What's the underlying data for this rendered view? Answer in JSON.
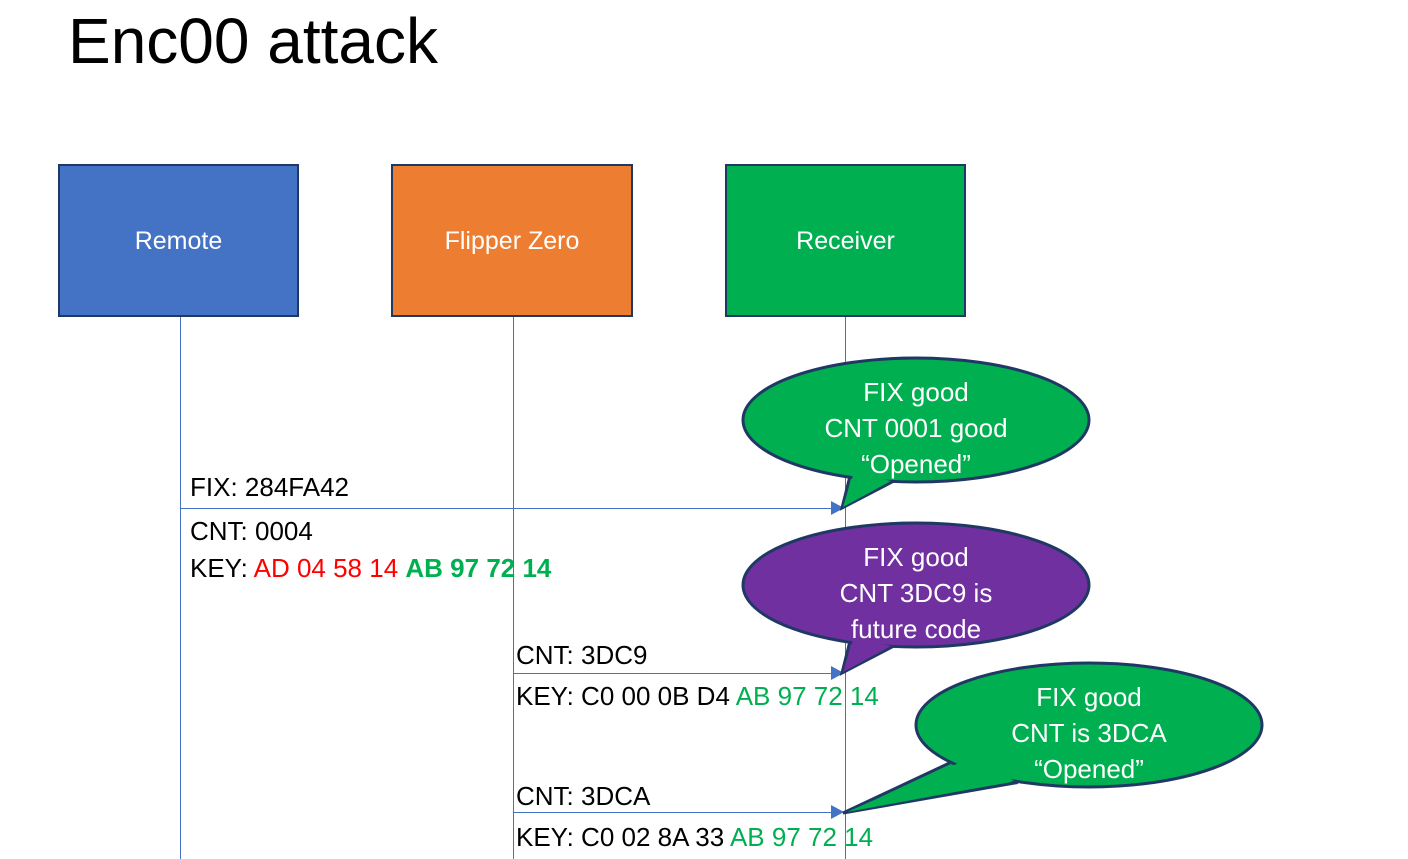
{
  "slide": {
    "title": "Enc00 attack",
    "background": "#ffffff"
  },
  "colors": {
    "remote": "#4472C4",
    "flipper": "#ED7D31",
    "receiver": "#00B050",
    "bubble_good": "#00B050",
    "bubble_future": "#7030A0",
    "bubble_outline": "#1F3864",
    "lifeline": "#4472C4",
    "key_red": "#FF0000",
    "key_green": "#00B050",
    "text": "#000000"
  },
  "actors": [
    {
      "id": "remote",
      "label": "Remote"
    },
    {
      "id": "flipper",
      "label": "Flipper Zero"
    },
    {
      "id": "receiver",
      "label": "Receiver"
    }
  ],
  "messages": [
    {
      "id": "msg1",
      "from": "remote",
      "to": "receiver",
      "above_label": "FIX: 284FA42",
      "below_label_1": "CNT: 0004",
      "below_label_2_prefix": "KEY: ",
      "below_label_2_red": "AD 04 58 14",
      "below_label_2_green": "AB 97 72 14"
    },
    {
      "id": "msg2",
      "from": "flipper",
      "to": "receiver",
      "above_label": "CNT: 3DC9",
      "below_label_prefix": "KEY: C0 00 0B D4 ",
      "below_label_green": "AB 97 72 14"
    },
    {
      "id": "msg3",
      "from": "flipper",
      "to": "receiver",
      "above_label": "CNT: 3DCA",
      "below_label_prefix": "KEY: C0 02 8A 33 ",
      "below_label_green": "AB 97 72 14"
    }
  ],
  "bubbles": [
    {
      "id": "bubble1",
      "color": "#00B050",
      "line1": "FIX good",
      "line2": "CNT 0001 good",
      "line3": "“Opened”"
    },
    {
      "id": "bubble2",
      "color": "#7030A0",
      "line1": "FIX good",
      "line2": "CNT 3DC9 is",
      "line3": "future code"
    },
    {
      "id": "bubble3",
      "color": "#00B050",
      "line1": "FIX good",
      "line2": "CNT is 3DCA",
      "line3": "“Opened”"
    }
  ]
}
